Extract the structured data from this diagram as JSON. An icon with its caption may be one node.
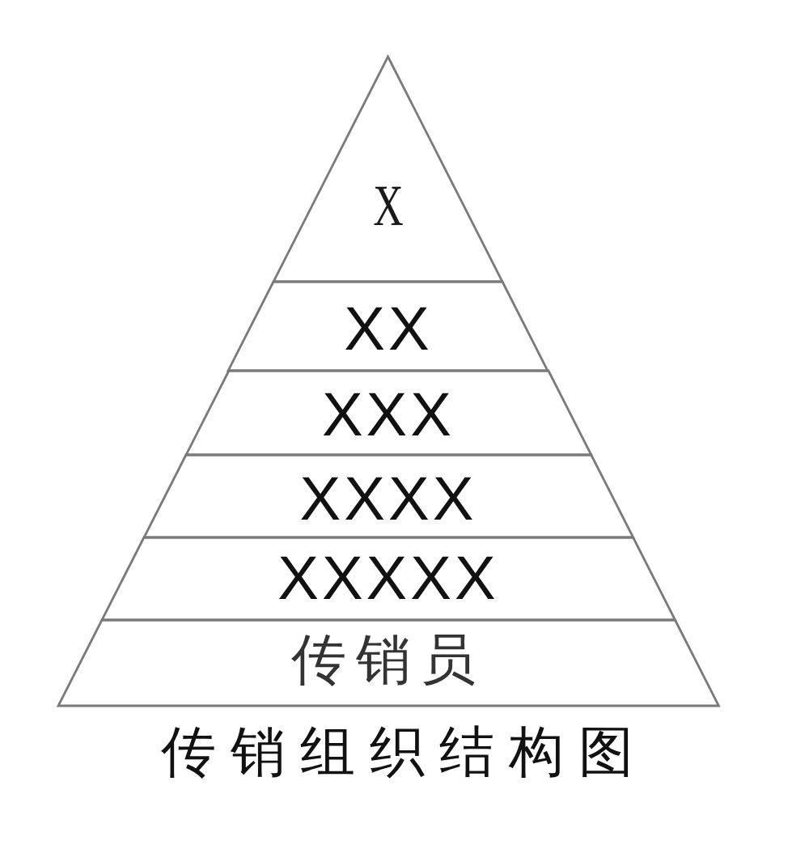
{
  "diagram": {
    "title": "传销组织结构图",
    "nodes": [
      {
        "text": [
          "X"
        ]
      },
      {
        "text": [
          "XX"
        ]
      },
      {
        "text": [
          "XXX"
        ]
      },
      {
        "text": [
          "XXXX"
        ]
      },
      {
        "text": [
          "XXXXX"
        ]
      },
      {
        "text": [
          "传销员"
        ]
      }
    ]
  }
}
